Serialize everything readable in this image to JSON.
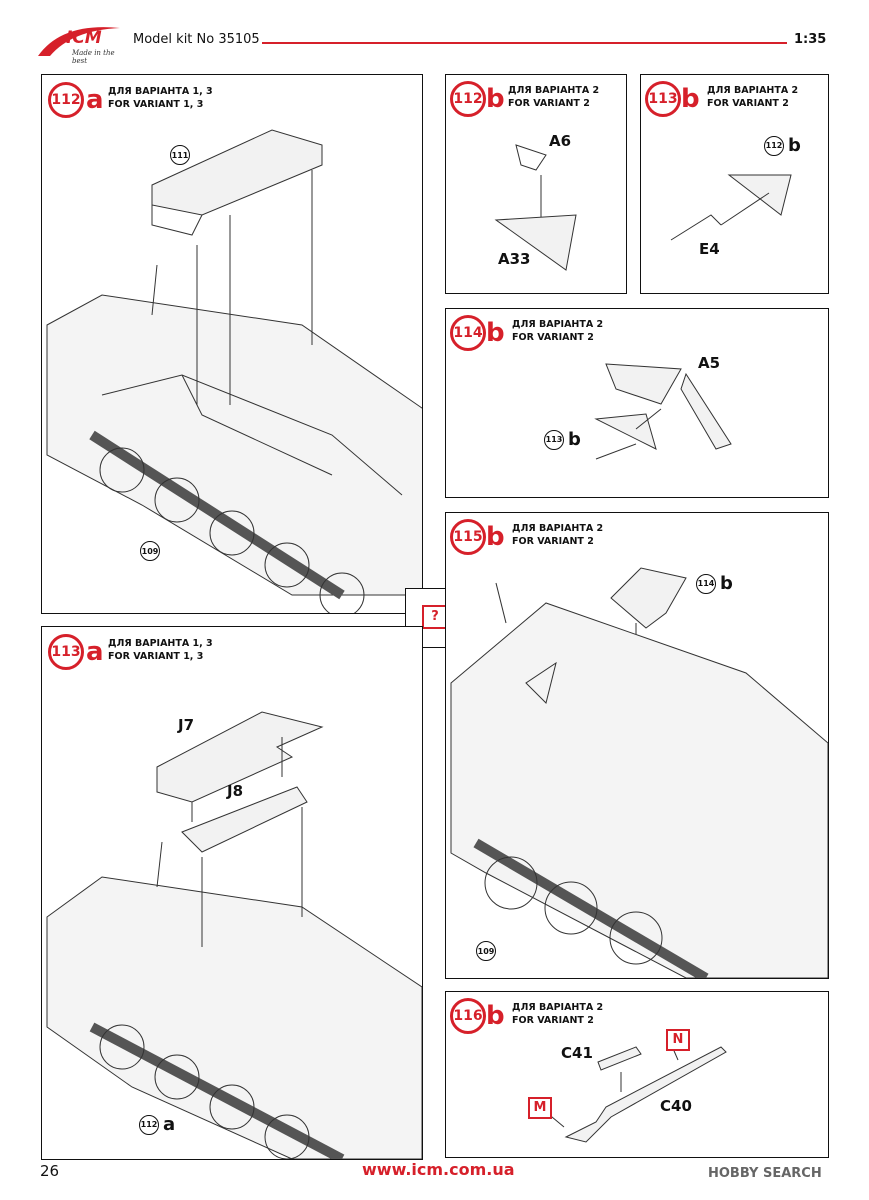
{
  "header": {
    "brand": "ICM",
    "tagline": "Made in the best",
    "model": "Model kit No 35105",
    "scale": "1:35"
  },
  "steps": [
    {
      "num": "112",
      "letter": "a",
      "variant_ua": "ДЛЯ ВАРІАНТА 1, 3",
      "variant_en": "FOR VARIANT 1, 3",
      "refs": [
        {
          "num": "111"
        },
        {
          "num": "109"
        }
      ]
    },
    {
      "num": "112",
      "letter": "b",
      "variant_ua": "ДЛЯ ВАРІАНТА 2",
      "variant_en": "FOR VARIANT 2",
      "parts": [
        "A6",
        "A33"
      ]
    },
    {
      "num": "113",
      "letter": "b",
      "variant_ua": "ДЛЯ ВАРІАНТА 2",
      "variant_en": "FOR VARIANT 2",
      "parts": [
        "E4"
      ],
      "refs": [
        {
          "num": "112",
          "letter": "b"
        }
      ]
    },
    {
      "num": "114",
      "letter": "b",
      "variant_ua": "ДЛЯ ВАРІАНТА 2",
      "variant_en": "FOR VARIANT 2",
      "parts": [
        "A5"
      ],
      "refs": [
        {
          "num": "113",
          "letter": "b"
        }
      ]
    },
    {
      "num": "113",
      "letter": "a",
      "variant_ua": "ДЛЯ ВАРІАНТА 1, 3",
      "variant_en": "FOR VARIANT 1, 3",
      "parts": [
        "J7",
        "J8"
      ],
      "refs": [
        {
          "num": "112",
          "letter": "a"
        }
      ]
    },
    {
      "num": "115",
      "letter": "b",
      "variant_ua": "ДЛЯ ВАРІАНТА 2",
      "variant_en": "FOR VARIANT 2",
      "refs": [
        {
          "num": "114",
          "letter": "b"
        },
        {
          "num": "109"
        }
      ]
    },
    {
      "num": "116",
      "letter": "b",
      "variant_ua": "ДЛЯ ВАРІАНТА 2",
      "variant_en": "FOR VARIANT 2",
      "parts": [
        "C41",
        "C40"
      ],
      "callouts": [
        "N",
        "M"
      ]
    }
  ],
  "question_mark": "?",
  "footer": {
    "page": "26",
    "url": "www.icm.com.ua",
    "watermark": "HOBBY SEARCH"
  },
  "colors": {
    "accent": "#d6202a",
    "line": "#111111"
  }
}
